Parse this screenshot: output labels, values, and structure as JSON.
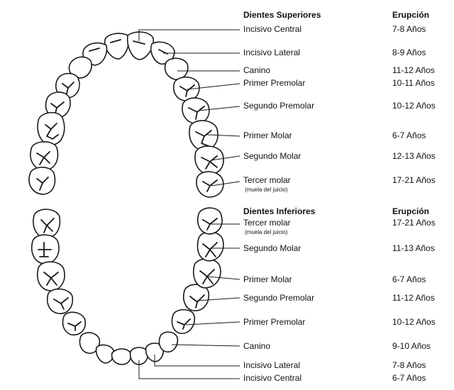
{
  "upper": {
    "header": "Dientes Superiores",
    "eruption_header": "Erupción",
    "teeth": [
      {
        "name": "Incisivo Central",
        "eruption": "7-8 Años"
      },
      {
        "name": "Incisivo Lateral",
        "eruption": "8-9 Años"
      },
      {
        "name": "Canino",
        "eruption": "11-12 Años"
      },
      {
        "name": "Primer Premolar",
        "eruption": "10-11 Años"
      },
      {
        "name": "Segundo Premolar",
        "eruption": "10-12 Años"
      },
      {
        "name": "Primer Molar",
        "eruption": "6-7 Años"
      },
      {
        "name": "Segundo Molar",
        "eruption": "12-13 Años"
      },
      {
        "name": "Tercer molar",
        "note": "(muela del juicio)",
        "eruption": "17-21 Años"
      }
    ]
  },
  "lower": {
    "header": "Dientes Inferiores",
    "eruption_header": "Erupción",
    "teeth": [
      {
        "name": "Tercer molar",
        "note": "(muela del juicio)",
        "eruption": "17-21 Años"
      },
      {
        "name": "Segundo Molar",
        "eruption": "11-13 Años"
      },
      {
        "name": "Primer Molar",
        "eruption": "6-7 Años"
      },
      {
        "name": "Segundo Premolar",
        "eruption": "11-12 Años"
      },
      {
        "name": "Primer Premolar",
        "eruption": "10-12 Años"
      },
      {
        "name": "Canino",
        "eruption": "9-10 Años"
      },
      {
        "name": "Incisivo Lateral",
        "eruption": "7-8 Años"
      },
      {
        "name": "Incisivo Central",
        "eruption": "6-7 Años"
      }
    ]
  }
}
